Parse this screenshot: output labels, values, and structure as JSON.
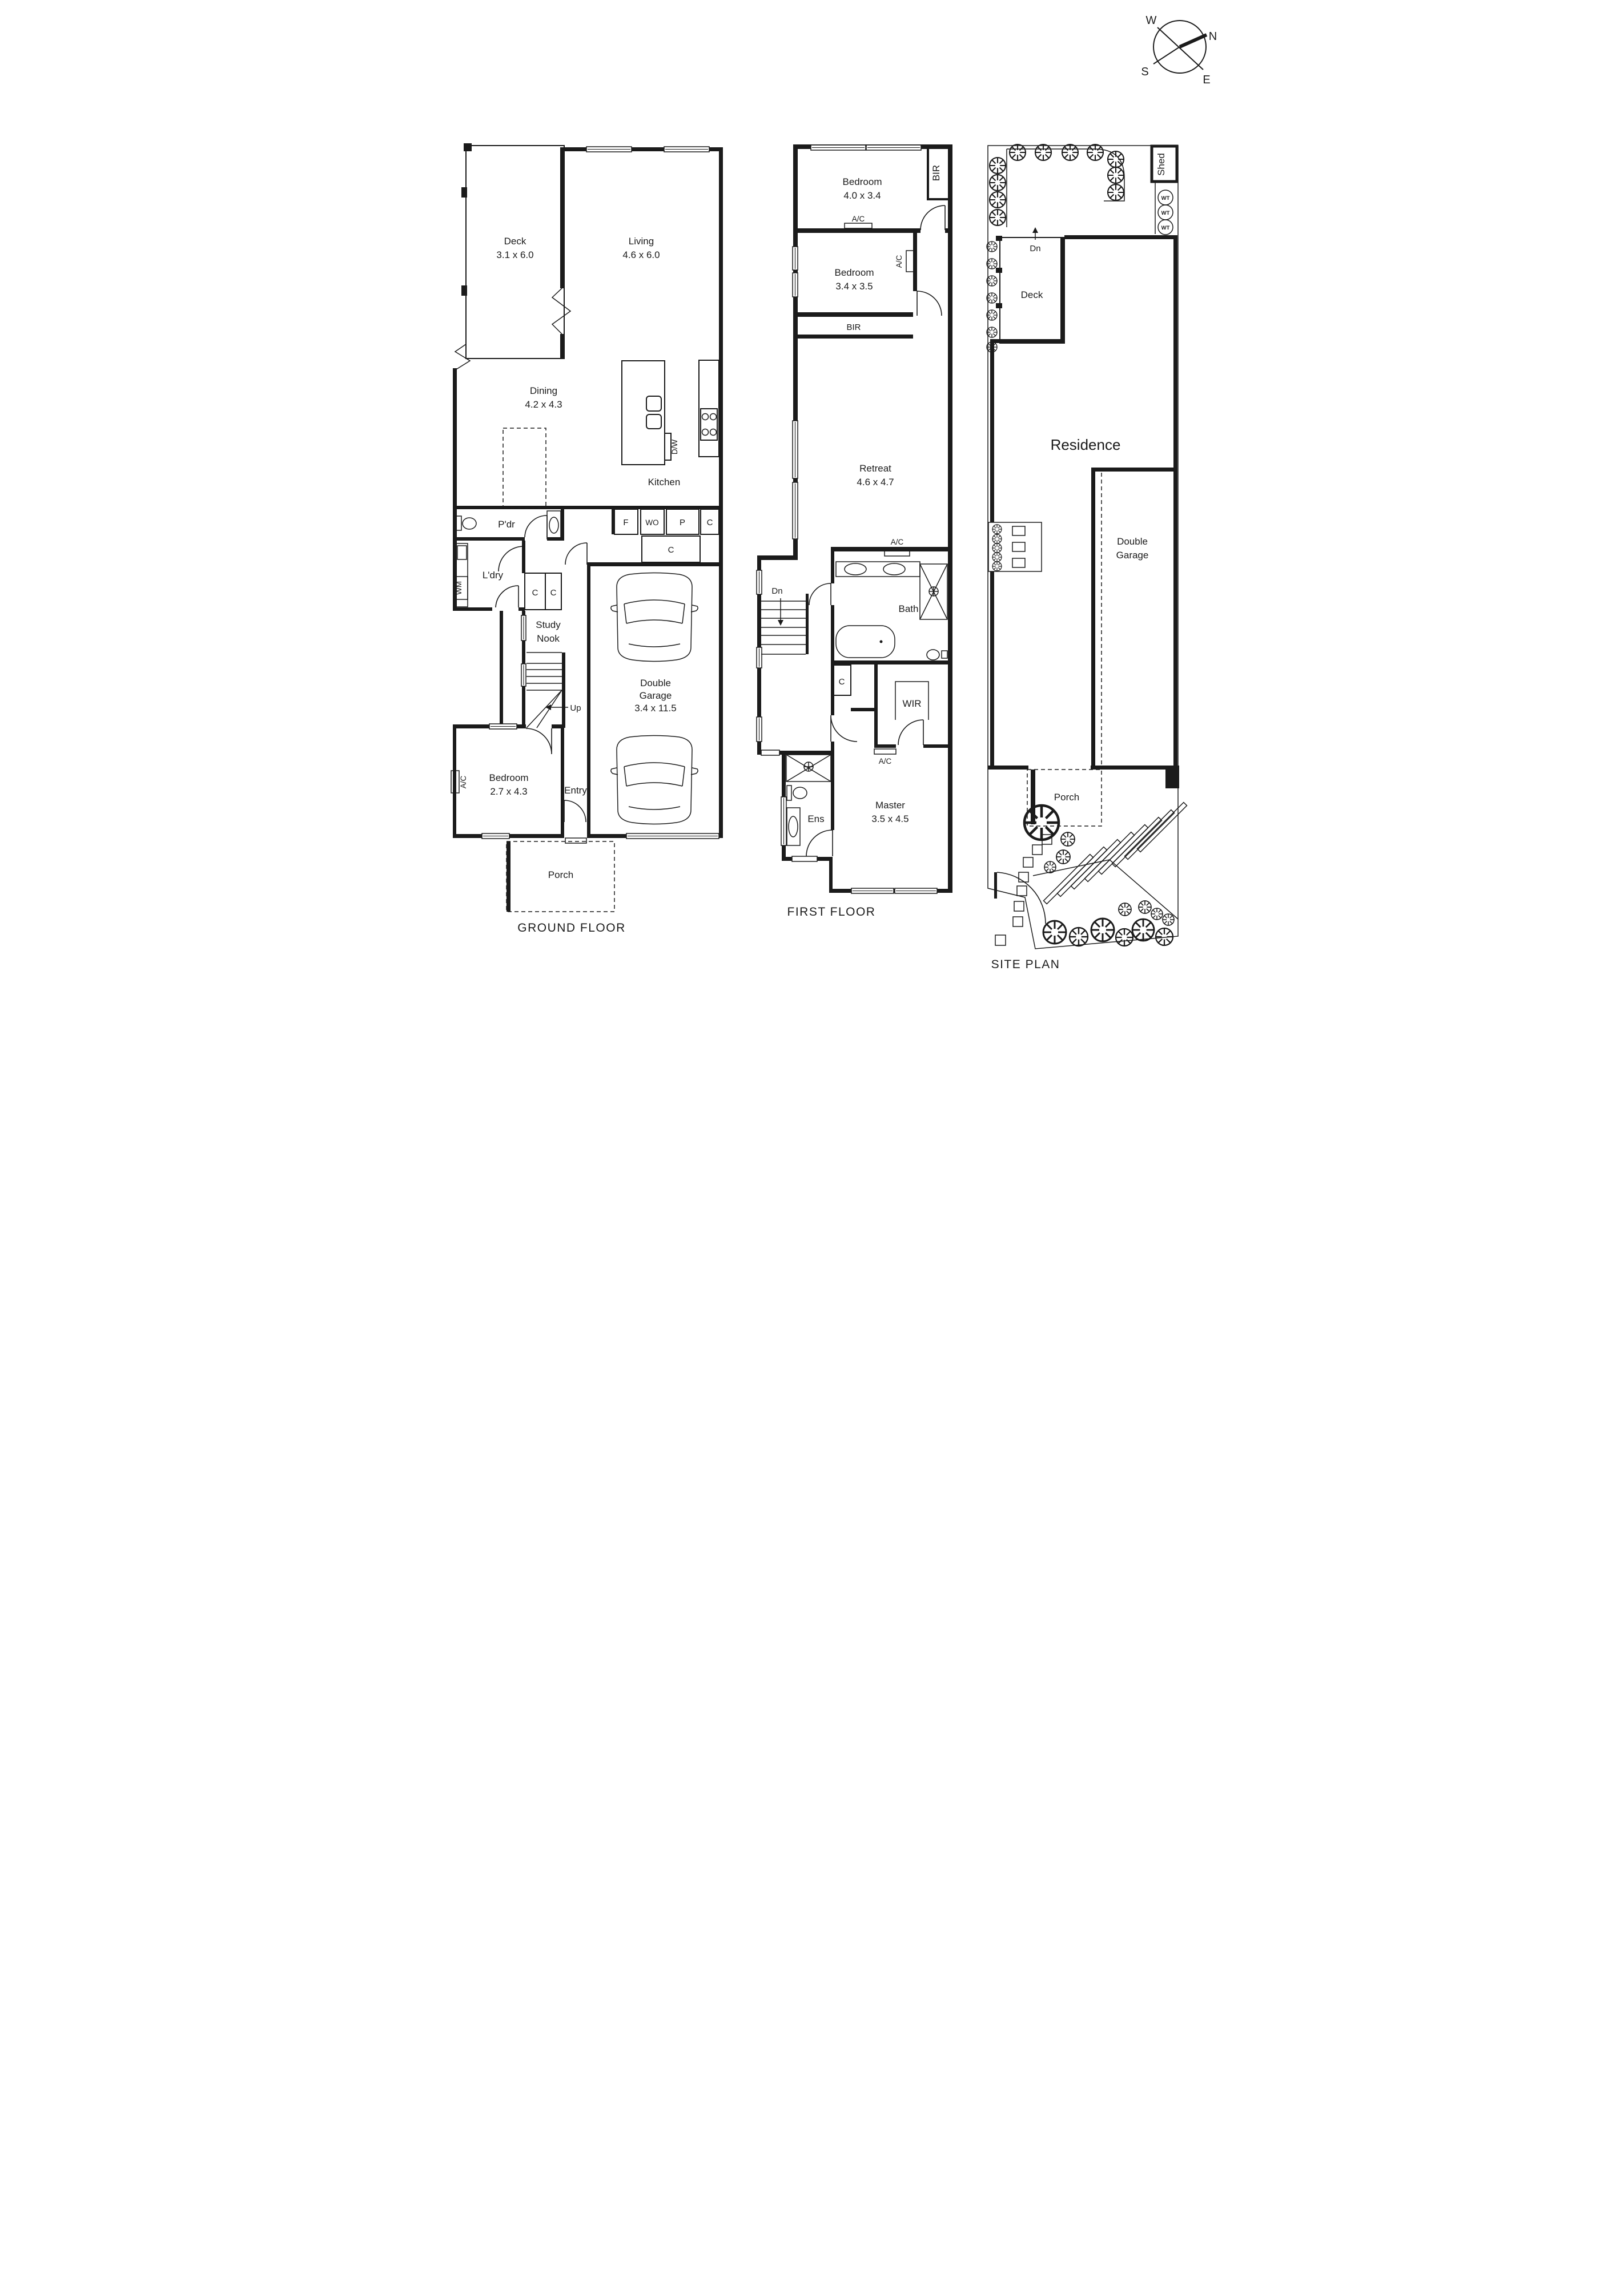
{
  "compass": {
    "n": "N",
    "e": "E",
    "s": "S",
    "w": "W"
  },
  "ground_floor": {
    "title": "GROUND FLOOR",
    "deck": {
      "name": "Deck",
      "dims": "3.1 x 6.0"
    },
    "living": {
      "name": "Living",
      "dims": "4.6 x 6.0"
    },
    "dining": {
      "name": "Dining",
      "dims": "4.2 x 4.3"
    },
    "kitchen": {
      "name": "Kitchen",
      "dishwasher": "D/W",
      "fridge": "F",
      "wall_oven": "WO",
      "pantry": "P",
      "cupboard": "C",
      "cupboard_lower": "C"
    },
    "powder": {
      "name": "P'dr"
    },
    "laundry": {
      "name": "L'dry",
      "washing_machine": "WM"
    },
    "closet_1": "C",
    "closet_2": "C",
    "study_nook": {
      "line1": "Study",
      "line2": "Nook"
    },
    "stairs": {
      "up": "Up"
    },
    "bedroom": {
      "name": "Bedroom",
      "dims": "2.7 x 4.3",
      "ac": "A/C"
    },
    "entry": {
      "name": "Entry"
    },
    "porch": {
      "name": "Porch"
    },
    "garage": {
      "line1": "Double",
      "line2": "Garage",
      "dims": "3.4 x 11.5"
    }
  },
  "first_floor": {
    "title": "FIRST FLOOR",
    "bedroom_1": {
      "name": "Bedroom",
      "dims": "4.0 x 3.4",
      "bir": "BIR",
      "ac": "A/C"
    },
    "bedroom_2": {
      "name": "Bedroom",
      "dims": "3.4 x 3.5",
      "bir": "BIR",
      "ac": "A/C"
    },
    "retreat": {
      "name": "Retreat",
      "dims": "4.6 x 4.7"
    },
    "stairs": {
      "dn": "Dn"
    },
    "bath": {
      "name": "Bath",
      "ac": "A/C"
    },
    "closet": "C",
    "wir": {
      "name": "WIR",
      "ac": "A/C"
    },
    "master": {
      "name": "Master",
      "dims": "3.5 x 4.5"
    },
    "ensuite": {
      "name": "Ens"
    }
  },
  "site_plan": {
    "title": "SITE PLAN",
    "shed": "Shed",
    "water_tanks": [
      "WT",
      "WT",
      "WT"
    ],
    "stairs_dn": "Dn",
    "deck": "Deck",
    "residence": "Residence",
    "garage": {
      "line1": "Double",
      "line2": "Garage"
    },
    "porch": "Porch"
  }
}
